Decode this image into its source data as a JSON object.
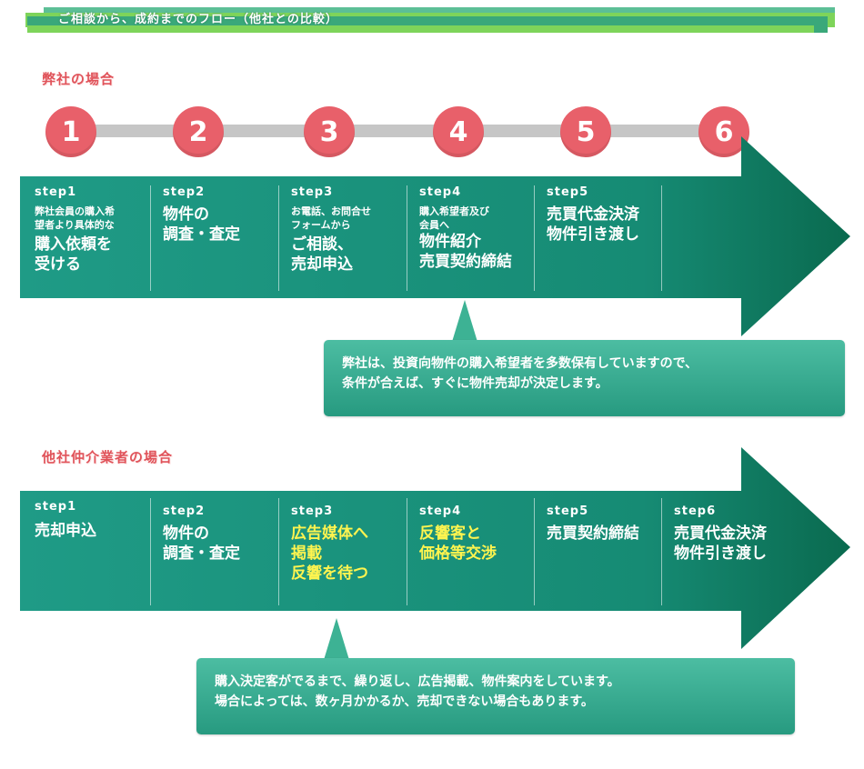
{
  "header": {
    "title": "ご相談から、成約までのフロー（他社との比較）"
  },
  "colors": {
    "accent": "#1f9b86",
    "arrow_dark": "#0c6c52",
    "circle": "#e8606a",
    "heading": "#e0535a",
    "highlight": "#fff44f"
  },
  "section1": {
    "title": "弊社の場合",
    "numbers": [
      "1",
      "2",
      "3",
      "4",
      "5",
      "6"
    ],
    "steps": [
      {
        "label": "step1",
        "small": [
          "弊社会員の購入希",
          "望者より具体的な"
        ],
        "big": [
          "購入依頼を",
          "受ける"
        ]
      },
      {
        "label": "step2",
        "small": [],
        "big": [
          "物件の",
          "調査・査定"
        ]
      },
      {
        "label": "step3",
        "small": [
          "お電話、お問合せ",
          "フォームから"
        ],
        "big": [
          "ご相談、",
          "売却申込"
        ]
      },
      {
        "label": "step4",
        "small": [
          "購入希望者及び",
          "会員へ"
        ],
        "big": [
          "物件紹介",
          "売買契約締結"
        ]
      },
      {
        "label": "step5",
        "small": [],
        "big": [
          "売買代金決済",
          "物件引き渡し"
        ]
      }
    ],
    "callout": [
      "弊社は、投資向物件の購入希望者を多数保有していますので、",
      "条件が合えば、すぐに物件売却が決定します。"
    ]
  },
  "section2": {
    "title": "他社仲介業者の場合",
    "steps": [
      {
        "label": "step1",
        "big": [
          "売却申込"
        ],
        "highlight": false
      },
      {
        "label": "step2",
        "big": [
          "物件の",
          "調査・査定"
        ],
        "highlight": false
      },
      {
        "label": "step3",
        "big": [
          "広告媒体へ",
          "掲載",
          "反響を待つ"
        ],
        "highlight": true
      },
      {
        "label": "step4",
        "big": [
          "反響客と",
          "価格等交渉"
        ],
        "highlight": true
      },
      {
        "label": "step5",
        "big": [
          "売買契約締結"
        ],
        "highlight": false
      },
      {
        "label": "step6",
        "big": [
          "売買代金決済",
          "物件引き渡し"
        ],
        "highlight": false
      }
    ],
    "callout": [
      "購入決定客がでるまで、繰り返し、広告掲載、物件案内をしています。",
      "場合によっては、数ヶ月かかるか、売却できない場合もあります。"
    ]
  }
}
